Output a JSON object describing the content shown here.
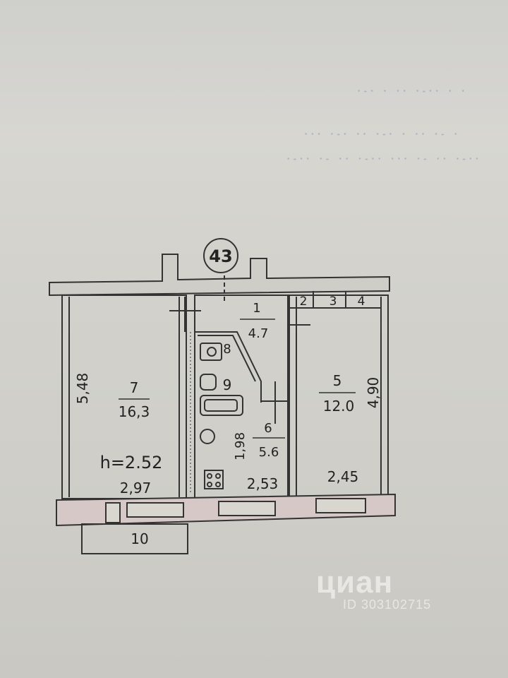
{
  "plan": {
    "building_number": "43",
    "rooms": [
      {
        "number": "1",
        "area": "4.7"
      },
      {
        "number": "2"
      },
      {
        "number": "3"
      },
      {
        "number": "4"
      },
      {
        "number": "5",
        "area": "12.0"
      },
      {
        "number": "6",
        "area": "5.6"
      },
      {
        "number": "7",
        "area": "16,3"
      },
      {
        "number": "8"
      },
      {
        "number": "9"
      },
      {
        "number": "10"
      }
    ],
    "ceiling_height": "h=2.52",
    "dimensions": {
      "room7_height": "5,48",
      "room7_width": "2,97",
      "room6_width": "2,53",
      "room6_height": "1,98",
      "room5_width": "2,45",
      "room5_height": "4,90"
    }
  },
  "watermark": {
    "brand": "циан",
    "id_text": "ID 303102715"
  }
}
